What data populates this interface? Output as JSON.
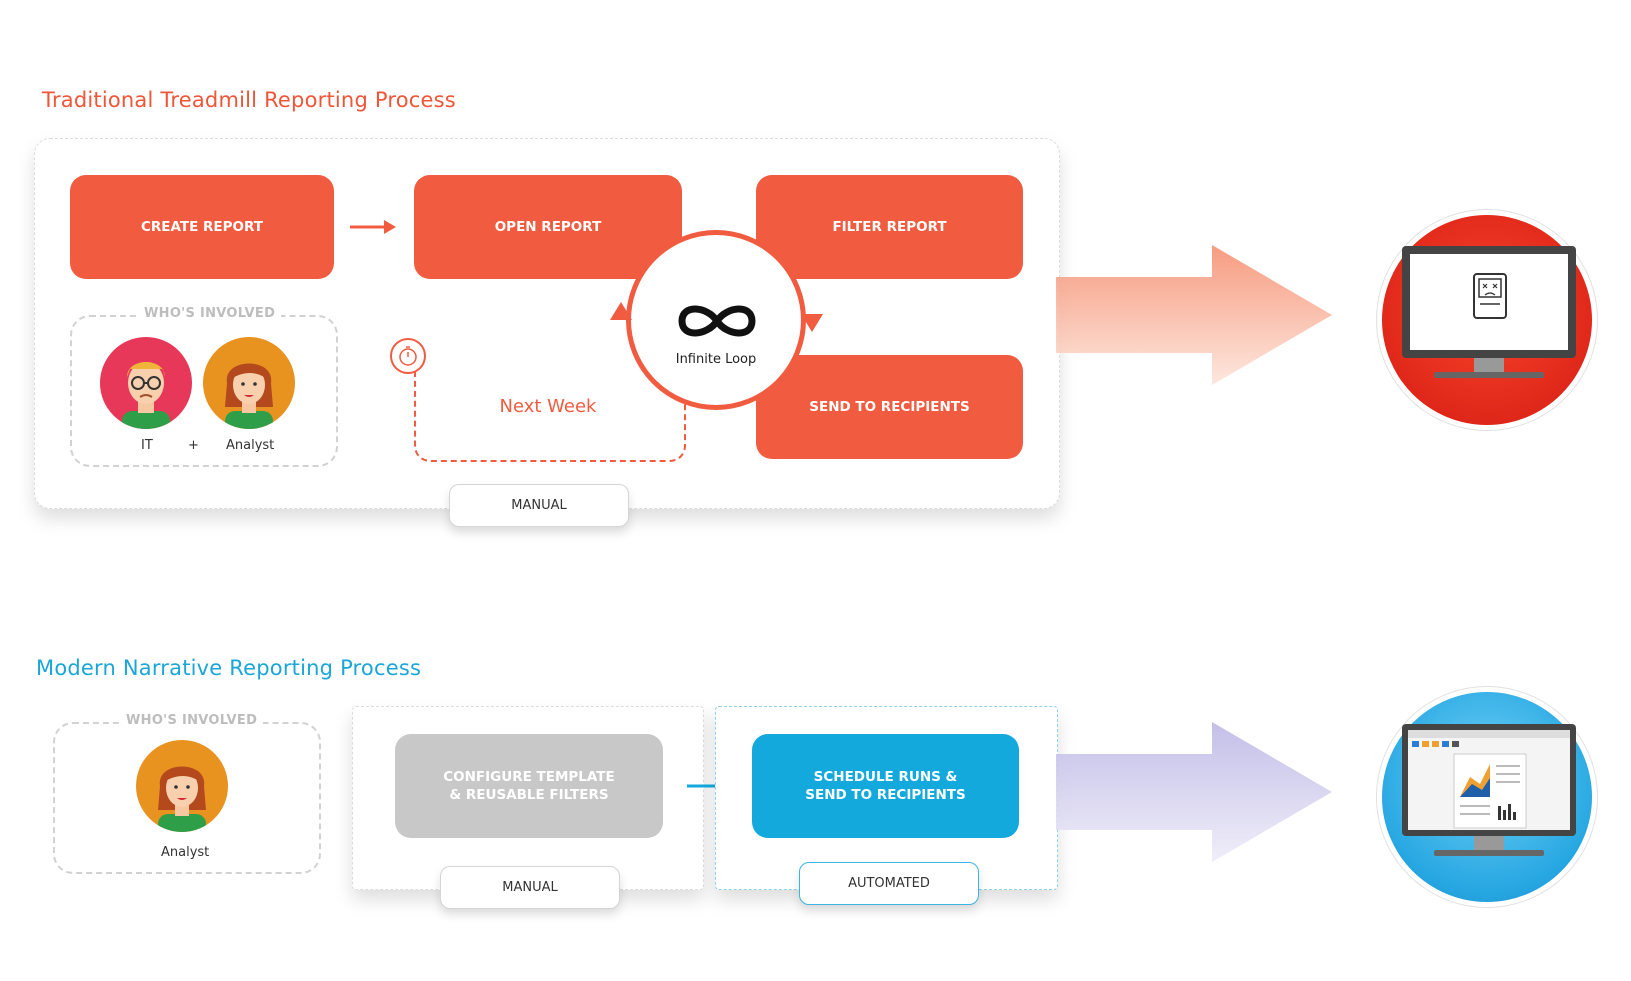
{
  "traditional": {
    "title": "Traditional Treadmill Reporting Process",
    "steps": {
      "create": "CREATE REPORT",
      "open": "OPEN  REPORT",
      "filter": "FILTER REPORT",
      "send": "SEND TO RECIPIENTS"
    },
    "loop_label": "Infinite Loop",
    "next_week": "Next Week",
    "involved_legend": "WHO'S INVOLVED",
    "people": {
      "it": "IT",
      "plus": "+",
      "analyst": "Analyst"
    },
    "mode_tag": "MANUAL"
  },
  "modern": {
    "title": "Modern Narrative Reporting Process",
    "involved_legend": "WHO'S INVOLVED",
    "people": {
      "analyst": "Analyst"
    },
    "steps": {
      "configure_line1": "CONFIGURE TEMPLATE",
      "configure_line2": "& REUSABLE FILTERS",
      "schedule_line1": "SCHEDULE RUNS &",
      "schedule_line2": "SEND TO RECIPIENTS"
    },
    "manual_tag": "MANUAL",
    "automated_tag": "AUTOMATED"
  },
  "colors": {
    "traditional_accent": "#f15b40",
    "modern_accent": "#14a9dc",
    "configure_step": "#c8c8c8"
  },
  "icons": [
    "infinity-icon",
    "stopwatch-icon",
    "broken-computer-icon",
    "report-dashboard-icon",
    "it-person-avatar",
    "analyst-person-avatar"
  ]
}
